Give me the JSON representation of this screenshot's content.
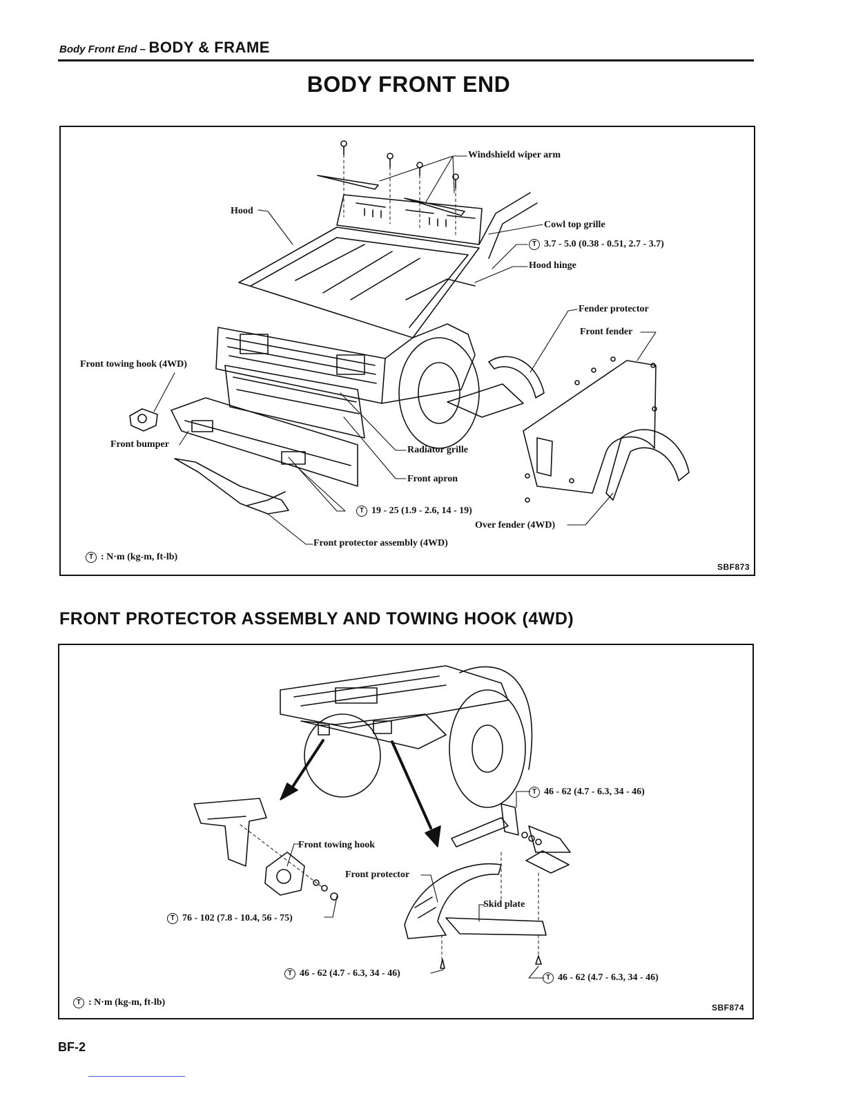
{
  "header": {
    "section": "Body Front End –",
    "chapter": "BODY & FRAME"
  },
  "title": "BODY FRONT END",
  "figure1": {
    "code": "SBF873",
    "labels": {
      "wiper": "Windshield wiper arm",
      "hood": "Hood",
      "cowl": "Cowl top grille",
      "torque_hinge": "3.7 - 5.0 (0.38 - 0.51, 2.7 - 3.7)",
      "hinge": "Hood hinge",
      "fender_protector": "Fender protector",
      "front_fender": "Front fender",
      "towing_hook": "Front towing hook (4WD)",
      "bumper": "Front bumper",
      "radiator": "Radiator grille",
      "apron": "Front apron",
      "torque_bumper": "19 - 25 (1.9 - 2.6, 14 - 19)",
      "over_fender": "Over fender (4WD)",
      "protector_assembly": "Front protector assembly (4WD)"
    },
    "legend": ": N·m (kg-m, ft-lb)"
  },
  "section2_title": "FRONT PROTECTOR ASSEMBLY AND TOWING HOOK (4WD)",
  "figure2": {
    "code": "SBF874",
    "labels": {
      "torque_top": "46 - 62 (4.7 - 6.3, 34 - 46)",
      "towing_hook": "Front towing hook",
      "protector": "Front protector",
      "skid_plate": "Skid plate",
      "torque_hook": "76 - 102 (7.8 - 10.4, 56 - 75)",
      "torque_bottom_left": "46 - 62 (4.7 - 6.3, 34 - 46)",
      "torque_bottom_right": "46 - 62 (4.7 - 6.3, 34 - 46)"
    },
    "legend": ": N·m (kg-m, ft-lb)"
  },
  "torque_symbol": "T",
  "page_number": "BF-2"
}
